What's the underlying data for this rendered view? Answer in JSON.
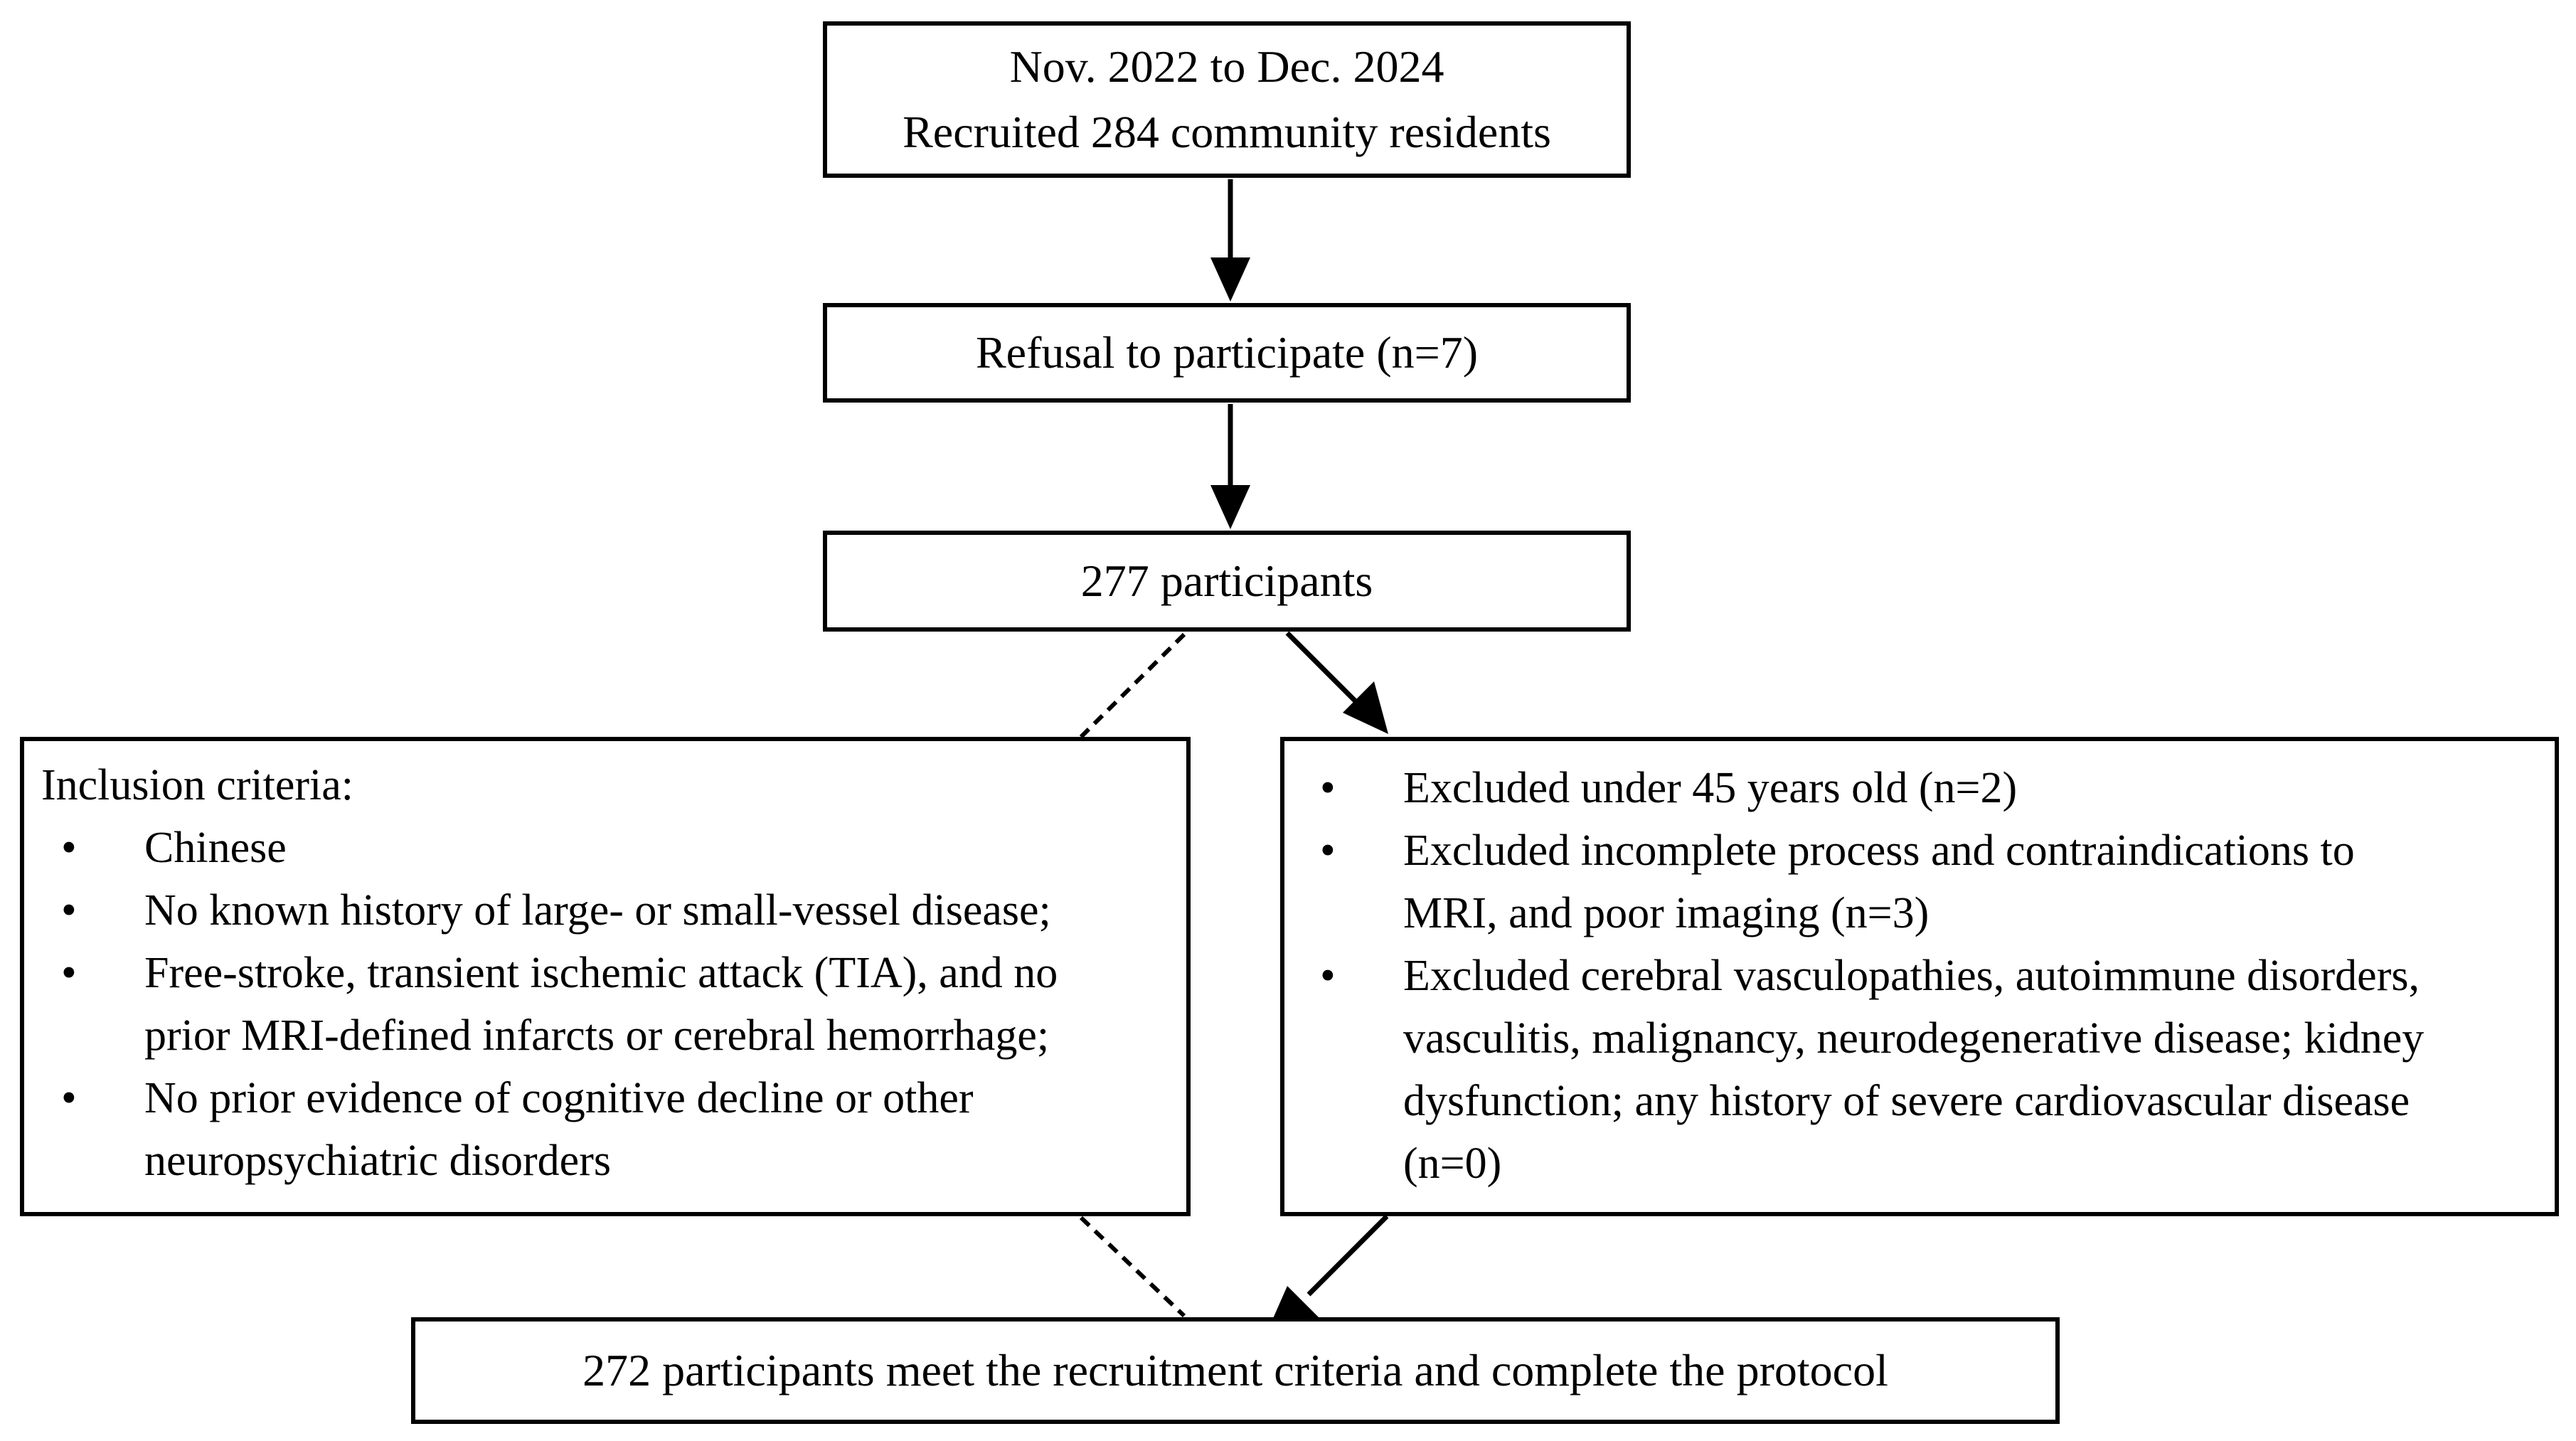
{
  "recruit": {
    "line1": "Nov. 2022 to Dec. 2024",
    "line2": "Recruited 284 community residents"
  },
  "refusal": {
    "label": "Refusal to participate (n=7)"
  },
  "participants": {
    "label": "277 participants"
  },
  "inclusion": {
    "heading": "Inclusion criteria:",
    "bullet": "•",
    "items": [
      {
        "lines": [
          "Chinese"
        ]
      },
      {
        "lines": [
          "No known history of large- or small-vessel disease;"
        ]
      },
      {
        "lines": [
          "Free-stroke, transient ischemic attack (TIA), and no",
          "prior MRI-defined  infarcts or cerebral hemorrhage;"
        ]
      },
      {
        "lines": [
          "No prior evidence of cognitive decline or other",
          "neuropsychiatric disorders"
        ]
      }
    ]
  },
  "exclusion": {
    "bullet": "•",
    "items": [
      {
        "lines": [
          "Excluded under 45 years old (n=2)"
        ]
      },
      {
        "lines": [
          "Excluded incomplete process and contraindications to",
          "MRI, and poor imaging (n=3)"
        ]
      },
      {
        "lines": [
          "Excluded cerebral vasculopathies, autoimmune disorders,",
          "vasculitis, malignancy, neurodegenerative disease; kidney",
          "dysfunction; any history of severe cardiovascular disease",
          "(n=0)"
        ]
      }
    ]
  },
  "final": {
    "label": "272 participants meet the recruitment criteria and complete the protocol"
  }
}
